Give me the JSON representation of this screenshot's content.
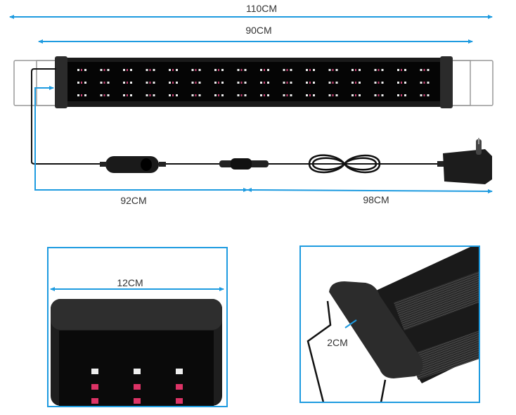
{
  "colors": {
    "dimension_line": "#1e9be0",
    "fixture": "#111111",
    "bracket": "#888888"
  },
  "top_view": {
    "overall_length_label": "110CM",
    "body_length_label": "90CM",
    "cable_to_switch_label": "92CM",
    "switch_to_adapter_label": "98CM"
  },
  "detail_width": {
    "width_label": "12CM"
  },
  "detail_height": {
    "height_label": "2CM"
  }
}
